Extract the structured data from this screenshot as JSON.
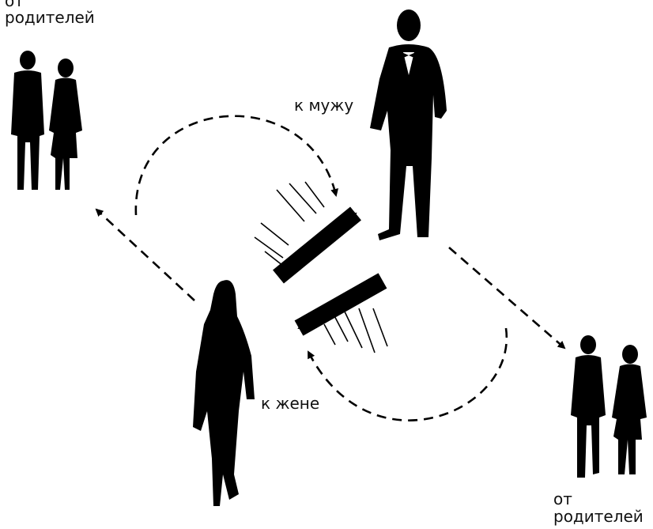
{
  "labels": {
    "from_parents_top_line1": "от",
    "from_parents_top_line2": "родителей",
    "to_husband": "к мужу",
    "to_wife": "к жене",
    "from_parents_bottom_line1": "от",
    "from_parents_bottom_line2": "родителей"
  },
  "colors": {
    "ink": "#000000",
    "background": "#ffffff"
  },
  "icons": {
    "parents_top_left": "couple-silhouette-icon",
    "husband": "groom-silhouette-icon",
    "wife": "woman-silhouette-icon",
    "parents_bottom_right": "couple-silhouette-icon"
  }
}
